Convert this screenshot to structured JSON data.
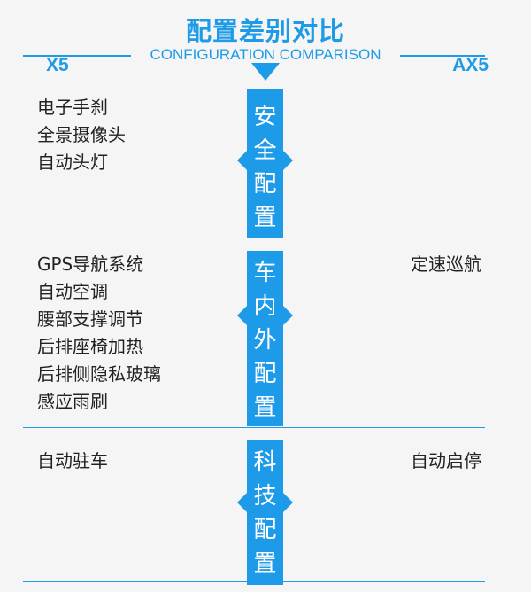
{
  "header": {
    "title": "配置差别对比",
    "subtitle": "CONFIGURATION COMPARISON",
    "left_model": "X5",
    "right_model": "AX5"
  },
  "accent_color": "#1e9be8",
  "sections": [
    {
      "label": "安\n全\n配\n置",
      "left_items": [
        "电子手刹",
        "全景摄像头",
        "自动头灯"
      ],
      "right_items": []
    },
    {
      "label": "车\n内\n外\n配\n置",
      "left_items": [
        "GPS导航系统",
        "自动空调",
        "腰部支撑调节",
        "后排座椅加热",
        "后排侧隐私玻璃",
        "感应雨刷"
      ],
      "right_items": [
        "定速巡航"
      ]
    },
    {
      "label": "科\n技\n配\n置",
      "left_items": [
        "自动驻车"
      ],
      "right_items": [
        "自动启停"
      ]
    }
  ]
}
